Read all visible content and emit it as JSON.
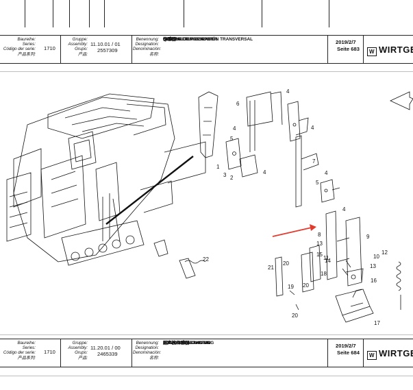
{
  "labels": {
    "baureihe": "Baureihe:",
    "series": "Series:",
    "codigo_serie": "Código der serie:",
    "chanpin_xilie": "产品系列:",
    "gruppe": "Gruppe:",
    "assembly": "Assembly:",
    "grupo": "Grupo:",
    "chanpin": "产品:",
    "benennung": "Benennung:",
    "designation": "Designation:",
    "denominacion": "Denominación:",
    "mingcheng": "名称:"
  },
  "logo_text": "WIRTGE",
  "upper_block": {
    "series_value": "1710",
    "assembly_value": "11.10.01 / 01",
    "group_value": "2557309",
    "name_de": "QUERNEIGUNGSSENSOR",
    "name_en": "LATERAL TILT SENSOR",
    "name_es": "SENSOR DE INCLINACIÓN TRANSVERSAL",
    "name_zh": "传感器",
    "date": "2019/2/7",
    "page": "Seite 683"
  },
  "lower_block": {
    "series_value": "1710",
    "assembly_value": "11.20.01 / 00",
    "group_value": "2465339",
    "name_de": "SONIC-SKI ABTASTUNG",
    "name_en": "SONIC-SKI SCANNING",
    "name_es": "PALPADOR SONIC-SKI",
    "name_zh": "超声波传感器",
    "date": "2019/2/7",
    "page": "Seite 684"
  },
  "callouts": [
    "1",
    "2",
    "3",
    "4",
    "4",
    "4",
    "4",
    "4",
    "4",
    "5",
    "5",
    "6",
    "7",
    "8",
    "9",
    "10",
    "11",
    "12",
    "13",
    "13",
    "14",
    "15",
    "16",
    "17",
    "18",
    "19",
    "20",
    "20",
    "20",
    "21",
    "22"
  ],
  "colors": {
    "arrow": "#e23b2e",
    "line": "#111111",
    "border": "#222222"
  }
}
